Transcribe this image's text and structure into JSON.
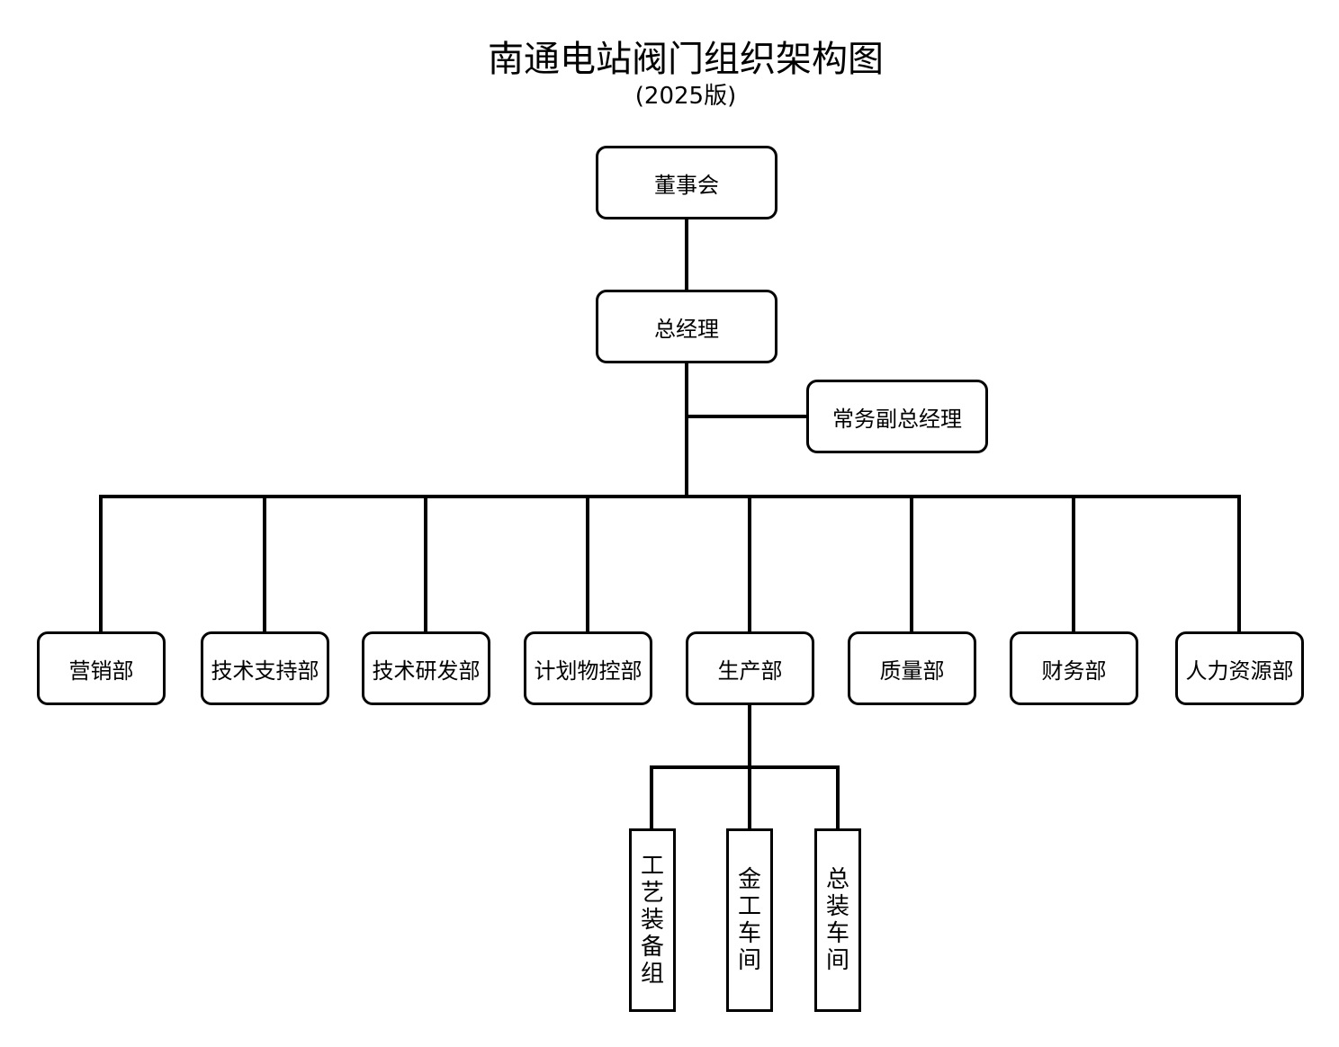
{
  "header": {
    "title": "南通电站阀门组织架构图",
    "subtitle": "(2025版)"
  },
  "nodes": {
    "board": "董事会",
    "general_manager": "总经理",
    "executive_deputy_gm": "常务副总经理",
    "departments": [
      "营销部",
      "技术支持部",
      "技术研发部",
      "计划物控部",
      "生产部",
      "质量部",
      "财务部",
      "人力资源部"
    ],
    "production_units": [
      "工艺装备组",
      "金工车间",
      "总装车间"
    ]
  },
  "colors": {
    "line": "#000000",
    "box_border": "#000000",
    "box_fill": "#ffffff",
    "text": "#000000"
  }
}
